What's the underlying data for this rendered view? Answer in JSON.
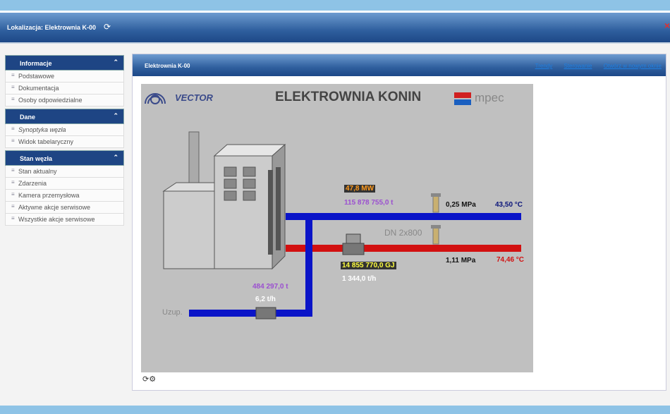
{
  "header": {
    "location": "Lokalizacja: Elektrownia K-00",
    "refresh_icon": "refresh-icon",
    "close_icon": "×"
  },
  "sidebar": {
    "sections": [
      {
        "title": "Informacje",
        "items": [
          "Podstawowe",
          "Dokumentacja",
          "Osoby odpowiedzialne"
        ]
      },
      {
        "title": "Dane",
        "items": [
          "Synoptyka węzła",
          "Widok tabelaryczny"
        ]
      },
      {
        "title": "Stan węzła",
        "items": [
          "Stan aktualny",
          "Zdarzenia",
          "Kamera przemysłowa",
          "Aktywne akcje serwisowe",
          "Wszystkie akcje serwisowe"
        ]
      }
    ]
  },
  "panel": {
    "title": "Elektrownia K-00",
    "links": [
      "Trendy",
      "Sterowanie",
      "Otwórz w nowym oknie"
    ]
  },
  "synoptic": {
    "title": "ELEKTROWNIA KONIN",
    "logo_left": "VECTOR",
    "logo_right": "mpec",
    "power": "47,8 MW",
    "supply_mass": "115 878 755,0 t",
    "supply_pressure": "0,25 MPa",
    "supply_temp": "43,50 °C",
    "pipe_size": "DN 2x800",
    "return_pressure": "1,11 MPa",
    "return_temp": "74,46 °C",
    "energy": "14 855 770,0 GJ",
    "flow": "1 344,0 t/h",
    "makeup_mass": "484 297,0 t",
    "makeup_flow": "6,2 t/h",
    "makeup_label": "Uzup.",
    "colors": {
      "supply": "#0a14c8",
      "return": "#d21010",
      "mass": "#9b4fd0"
    }
  }
}
